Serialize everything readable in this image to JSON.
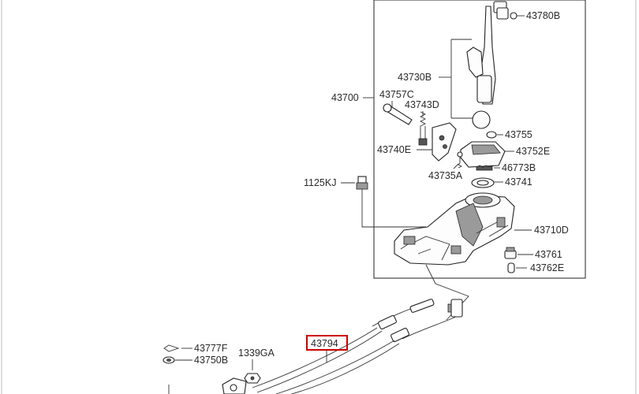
{
  "diagram": {
    "labels": {
      "p43780B": "43780B",
      "p43730B": "43730B",
      "p43700": "43700",
      "p43757C": "43757C",
      "p43743D": "43743D",
      "p43755": "43755",
      "p43740E": "43740E",
      "p43752E": "43752E",
      "p46773B": "46773B",
      "p43735A": "43735A",
      "p43741": "43741",
      "p1125KJ": "1125KJ",
      "p43710D": "43710D",
      "p43761": "43761",
      "p43762E": "43762E",
      "p43777F": "43777F",
      "p43750B": "43750B",
      "p1339GA": "1339GA",
      "p43794": "43794"
    },
    "highlight_color": "#cc0000"
  }
}
